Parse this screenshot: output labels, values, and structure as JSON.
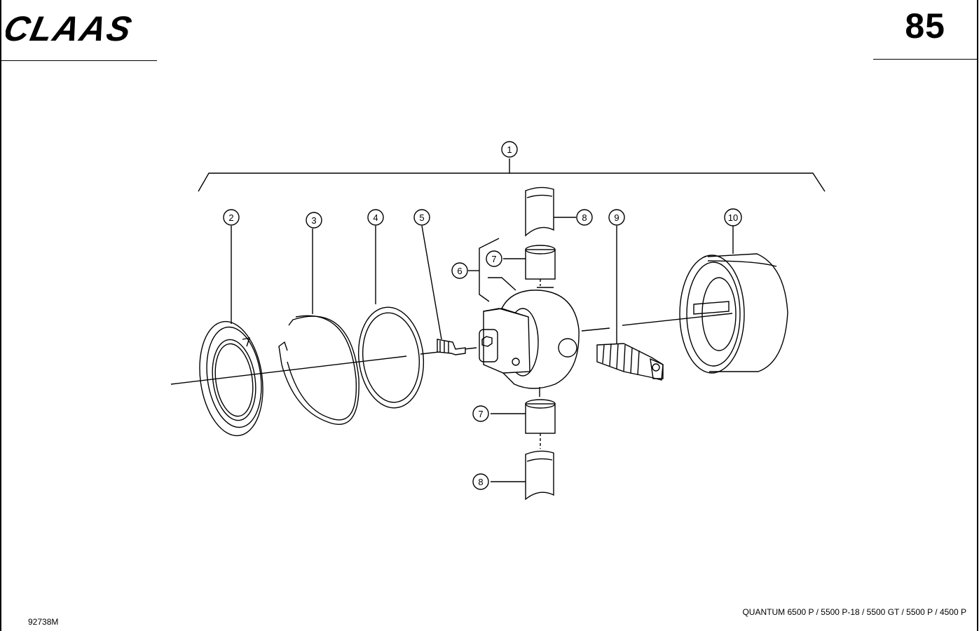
{
  "header": {
    "brand_logo_text": "CLAAS",
    "page_number": "85"
  },
  "footer": {
    "drawing_number": "92738M",
    "models": "QUANTUM 6500 P / 5500 P-18 / 5500 GT / 5500 P / 4500 P"
  },
  "callouts": {
    "c1": "1",
    "c2": "2",
    "c3": "3",
    "c4": "4",
    "c5": "5",
    "c6": "6",
    "c7a": "7",
    "c7b": "7",
    "c8a": "8",
    "c8b": "8",
    "c9": "9",
    "c10": "10"
  },
  "colors": {
    "ink": "#000000",
    "paper": "#ffffff",
    "shade": "#d9d9d9"
  }
}
